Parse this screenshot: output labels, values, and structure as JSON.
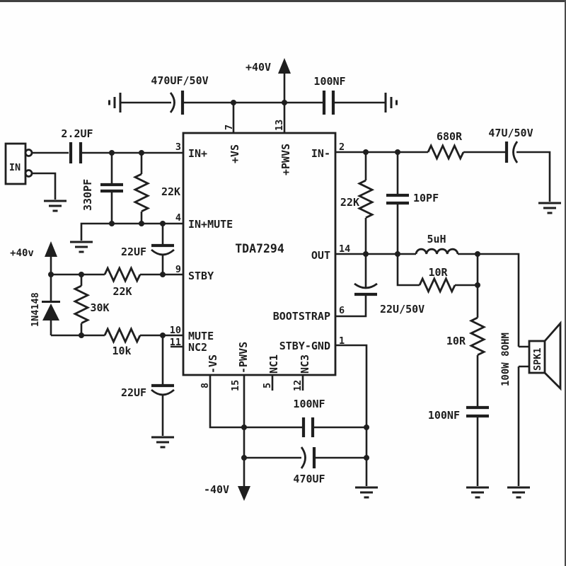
{
  "schematic": {
    "ic": {
      "part": "TDA7294",
      "pin3": {
        "n": "3",
        "name": "IN+"
      },
      "pin4": {
        "n": "4",
        "name": "IN+MUTE"
      },
      "pin9": {
        "n": "9",
        "name": "STBY"
      },
      "pin10": {
        "n": "10",
        "name": "MUTE"
      },
      "pin11": {
        "n": "11",
        "name": "NC2"
      },
      "pin2": {
        "n": "2",
        "name": "IN-"
      },
      "pin14": {
        "n": "14",
        "name": "OUT"
      },
      "pin6": {
        "n": "6",
        "name": "BOOTSTRAP"
      },
      "pin1": {
        "n": "1",
        "name": "STBY-GND"
      },
      "pin7": {
        "n": "7",
        "name": "+VS"
      },
      "pin13": {
        "n": "13",
        "name": "+PWVS"
      },
      "pin8": {
        "n": "8",
        "name": "-VS"
      },
      "pin15": {
        "n": "15",
        "name": "-PWVS"
      },
      "pin5": {
        "n": "5",
        "name": "NC1"
      },
      "pin12": {
        "n": "12",
        "name": "NC3"
      }
    },
    "power": {
      "pos": "+40V",
      "neg": "-40V",
      "stby": "+40v"
    },
    "input": {
      "connector": "IN",
      "coupling_cap": "2.2UF",
      "filter_cap": "330PF",
      "bias_res": "22K"
    },
    "supply_caps": {
      "pos_bulk": "470UF/50V",
      "pos_hf": "100NF",
      "neg_hf": "100NF",
      "neg_bulk": "470UF"
    },
    "stby_mute": {
      "stby_cap": "22UF",
      "stby_res": "22K",
      "diode": "1N4148",
      "divider_res": "30K",
      "mute_res": "10k",
      "mute_cap": "22UF"
    },
    "feedback": {
      "res": "22K",
      "cap": "10PF",
      "gnd_res": "680R",
      "gnd_cap": "47U/50V"
    },
    "output": {
      "bootstrap_cap": "22U/50V",
      "inductor": "5uH",
      "parallel_res": "10R",
      "zobel_res": "10R",
      "zobel_cap": "100NF",
      "speaker": "SPK1",
      "speaker_rating": "100W 8OHM"
    }
  }
}
